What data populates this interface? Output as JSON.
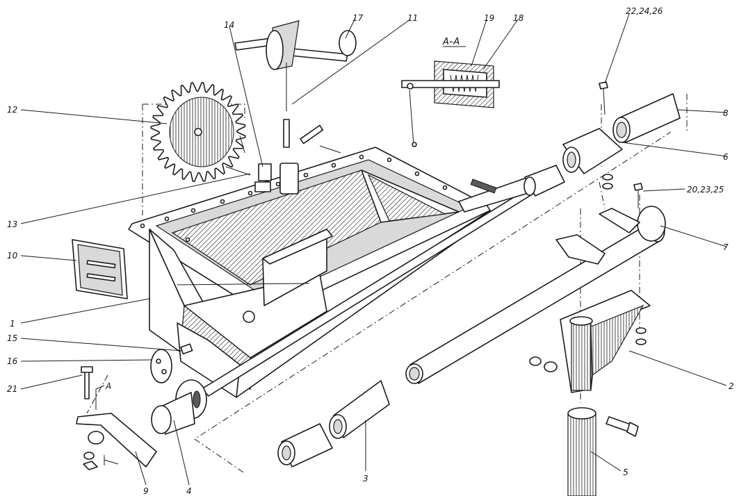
{
  "section": {
    "title": "A–A",
    "cut_mark": "A"
  },
  "callouts": [
    {
      "id": "1",
      "text": "1"
    },
    {
      "id": "2",
      "text": "2"
    },
    {
      "id": "3",
      "text": "3"
    },
    {
      "id": "4",
      "text": "4"
    },
    {
      "id": "5",
      "text": "5"
    },
    {
      "id": "6",
      "text": "6"
    },
    {
      "id": "7",
      "text": "7"
    },
    {
      "id": "8",
      "text": "8"
    },
    {
      "id": "9",
      "text": "9"
    },
    {
      "id": "10",
      "text": "10"
    },
    {
      "id": "11",
      "text": "11"
    },
    {
      "id": "12",
      "text": "12"
    },
    {
      "id": "13",
      "text": "13"
    },
    {
      "id": "14",
      "text": "14"
    },
    {
      "id": "15",
      "text": "15"
    },
    {
      "id": "16",
      "text": "16"
    },
    {
      "id": "17",
      "text": "17"
    },
    {
      "id": "18",
      "text": "18"
    },
    {
      "id": "19",
      "text": "19"
    },
    {
      "id": "20",
      "text": "20,23,25"
    },
    {
      "id": "21",
      "text": "21"
    },
    {
      "id": "22",
      "text": "22,24,26"
    }
  ]
}
